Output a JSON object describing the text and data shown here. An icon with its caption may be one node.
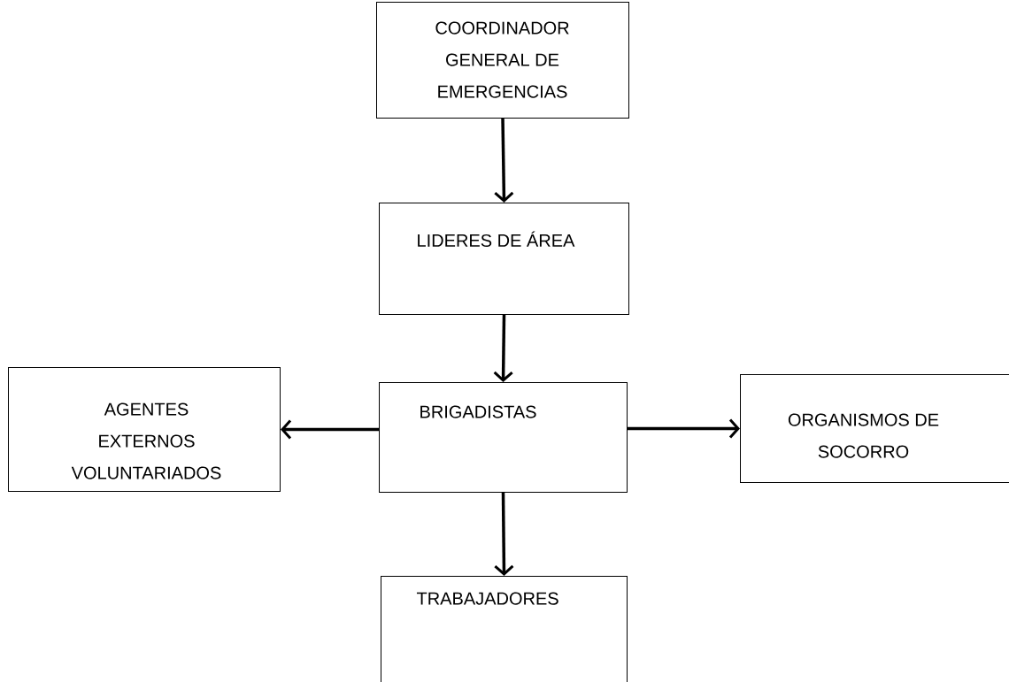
{
  "diagram": {
    "nodes": [
      {
        "text": [
          "COORDINADOR GENERAL DE EMERGENCIAS"
        ]
      },
      {
        "text": [
          "LIDERES DE ÁREA"
        ]
      },
      {
        "text": [
          "BRIGADISTAS"
        ]
      },
      {
        "text": [
          "AGENTES EXTERNOS VOLUNTARIADOS"
        ]
      },
      {
        "text": [
          "ORGANISMOS DE SOCORRO"
        ]
      },
      {
        "text": [
          "TRABAJADORES"
        ]
      }
    ],
    "edges": [
      {
        "from": 0,
        "to": 1,
        "arrow": "to"
      },
      {
        "from": 1,
        "to": 2,
        "arrow": "to"
      },
      {
        "from": 2,
        "to": 3,
        "arrow": "to"
      },
      {
        "from": 2,
        "to": 4,
        "arrow": "to"
      },
      {
        "from": 2,
        "to": 5,
        "arrow": "to"
      }
    ]
  }
}
